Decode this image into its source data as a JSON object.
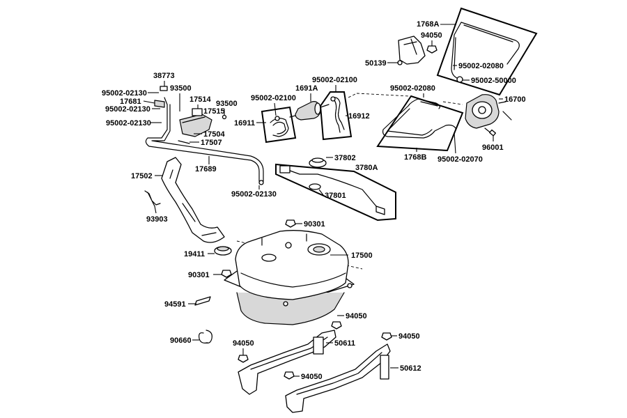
{
  "labels": {
    "l_1768A": "1768A",
    "l_94050_top": "94050",
    "l_50139": "50139",
    "l_95002_02080_top": "95002-02080",
    "l_95002_50000": "95002-50000",
    "l_95002_02080_mid": "95002-02080",
    "l_16700": "16700",
    "l_96001": "96001",
    "l_1768B": "1768B",
    "l_95002_02070": "95002-02070",
    "l_95002_02100_a": "95002-02100",
    "l_95002_02100_b": "95002-02100",
    "l_1691A": "1691A",
    "l_16912": "16912",
    "l_16911": "16911",
    "l_38773": "38773",
    "l_93500_a": "93500",
    "l_95002_02130_a": "95002-02130",
    "l_17514": "17514",
    "l_17681": "17681",
    "l_95002_02130_b": "95002-02130",
    "l_17515": "17515",
    "l_93500_b": "93500",
    "l_95002_02130_c": "95002-02130",
    "l_17504": "17504",
    "l_17507": "17507",
    "l_17502": "17502",
    "l_17689": "17689",
    "l_95002_02130_d": "95002-02130",
    "l_93903": "93903",
    "l_37802": "37802",
    "l_3780A": "3780A",
    "l_37801": "37801",
    "l_90301_a": "90301",
    "l_17500": "17500",
    "l_19411": "19411",
    "l_90301_b": "90301",
    "l_94591": "94591",
    "l_94050_a": "94050",
    "l_50611": "50611",
    "l_90660": "90660",
    "l_94050_b": "94050",
    "l_94050_c": "94050",
    "l_50612": "50612",
    "l_94050_d": "94050"
  }
}
